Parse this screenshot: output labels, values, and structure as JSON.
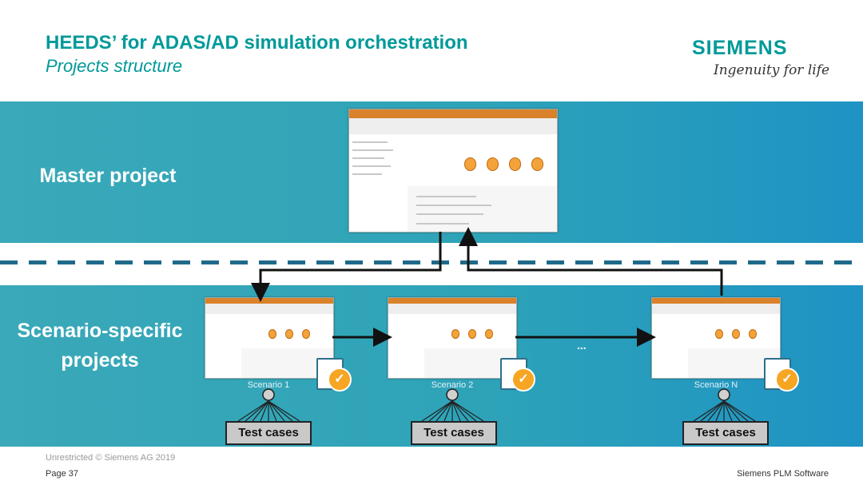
{
  "header": {
    "title": "HEEDS’ for ADAS/AD simulation orchestration",
    "subtitle": "Projects structure",
    "logo": "SIEMENS",
    "tagline": "Ingenuity for life",
    "logo_color": "#009999"
  },
  "master": {
    "label": "Master project"
  },
  "scenario_section": {
    "label_line1": "Scenario-specific",
    "label_line2": "projects",
    "ellipsis": "...",
    "scenarios": [
      {
        "name": "Scenario 1",
        "test_cases": "Test cases"
      },
      {
        "name": "Scenario 2",
        "test_cases": "Test cases"
      },
      {
        "name": "Scenario N",
        "test_cases": "Test cases"
      }
    ]
  },
  "footer": {
    "classification": "Unrestricted © Siemens AG 2019",
    "page": "Page 37",
    "company": "Siemens PLM Software"
  },
  "colors": {
    "band": "#2ea3b8",
    "accent_orange": "#f6a623",
    "dash": "#1f6a8a"
  }
}
